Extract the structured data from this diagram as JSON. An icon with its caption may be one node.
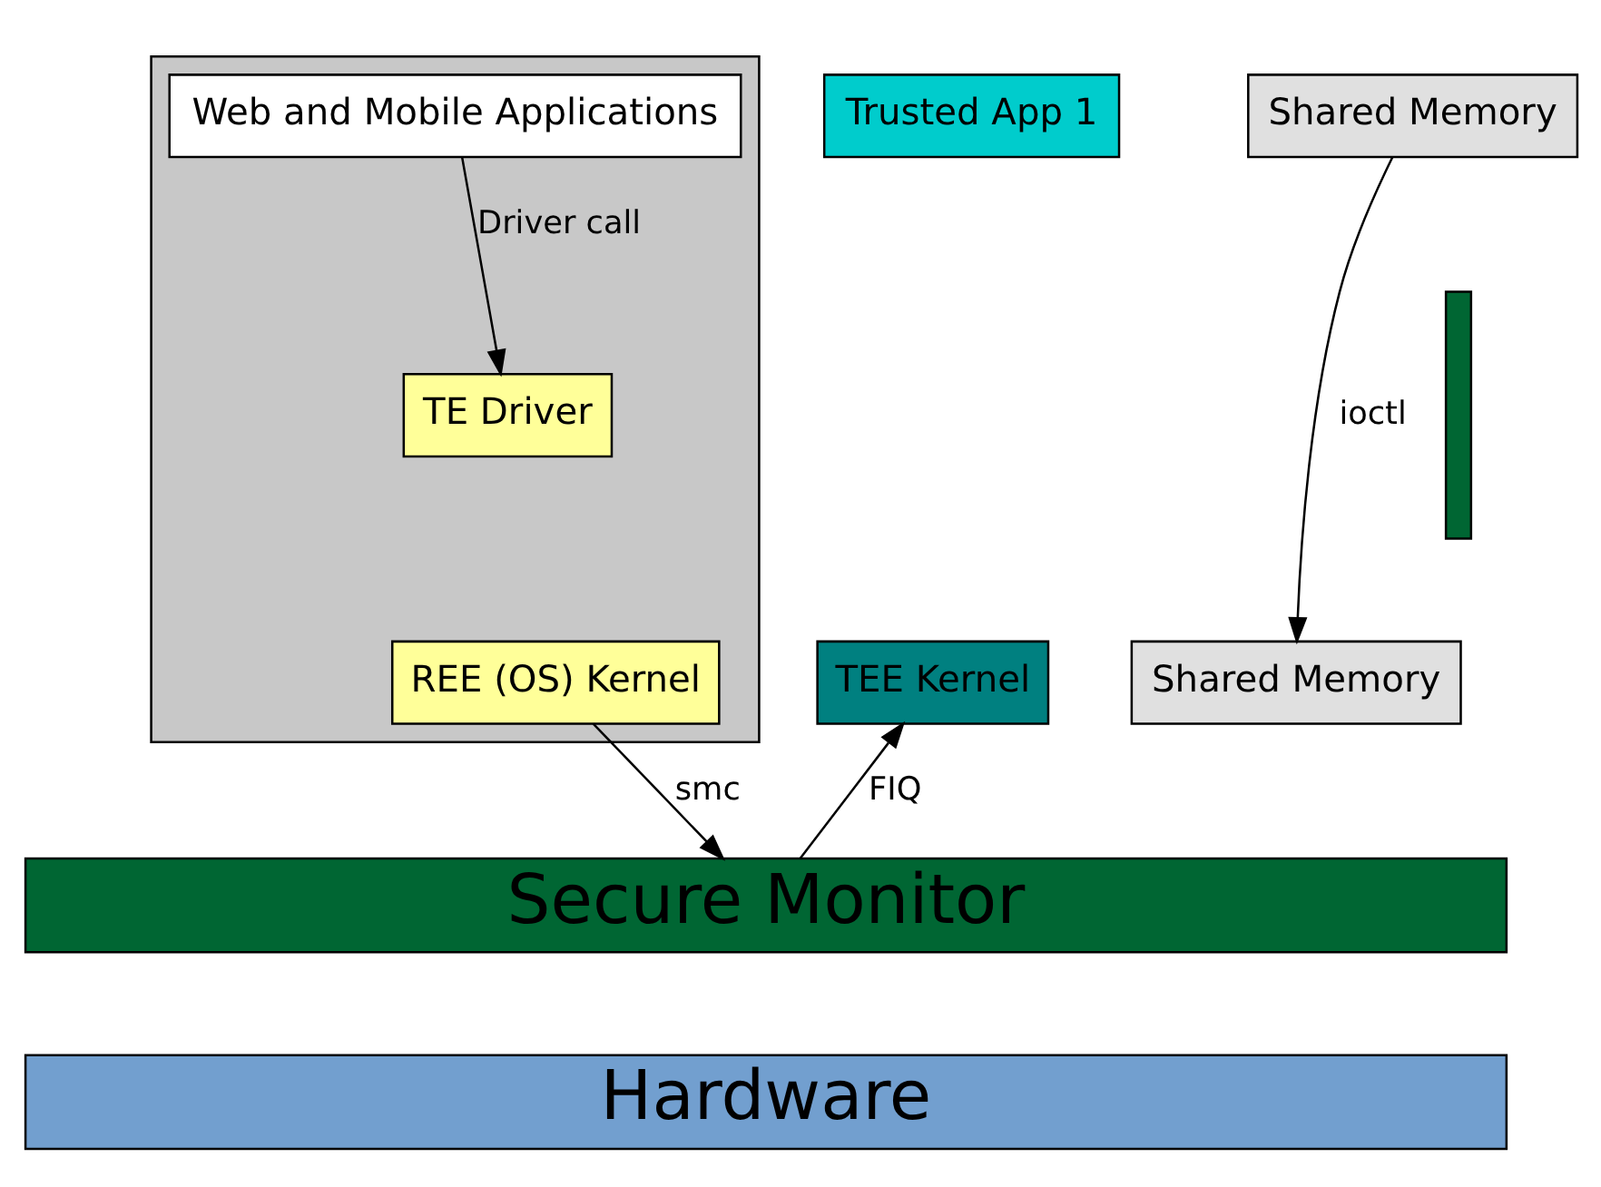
{
  "diagram": {
    "nodes": [
      {
        "text": [],
        "shape": "box"
      },
      {
        "text": [
          "Web and Mobile Applications"
        ],
        "in": 0
      },
      {
        "text": [
          "TE Driver"
        ],
        "in": 0
      },
      {
        "text": [
          "REE (OS) Kernel"
        ],
        "in": 0
      },
      {
        "text": [
          "Shared Memory"
        ]
      },
      {
        "text": [
          "Trusted App 1"
        ]
      },
      {
        "text": [
          "TEE Kernel"
        ]
      },
      {
        "text": [
          "Shared Memory"
        ]
      },
      {
        "text": [],
        "shape": "bar"
      },
      {
        "text": [
          "Secure Monitor"
        ]
      },
      {
        "text": [
          "Hardware"
        ]
      }
    ],
    "edges": [
      {
        "from": 1,
        "to": 2,
        "arrow": "to",
        "label": "Driver call"
      },
      {
        "from": 4,
        "to": 7,
        "arrow": "to",
        "label": "ioctl"
      },
      {
        "from": 3,
        "to": 9,
        "arrow": "to",
        "label": "smc"
      },
      {
        "from": 9,
        "to": 6,
        "arrow": "to",
        "label": "FIQ"
      }
    ]
  }
}
